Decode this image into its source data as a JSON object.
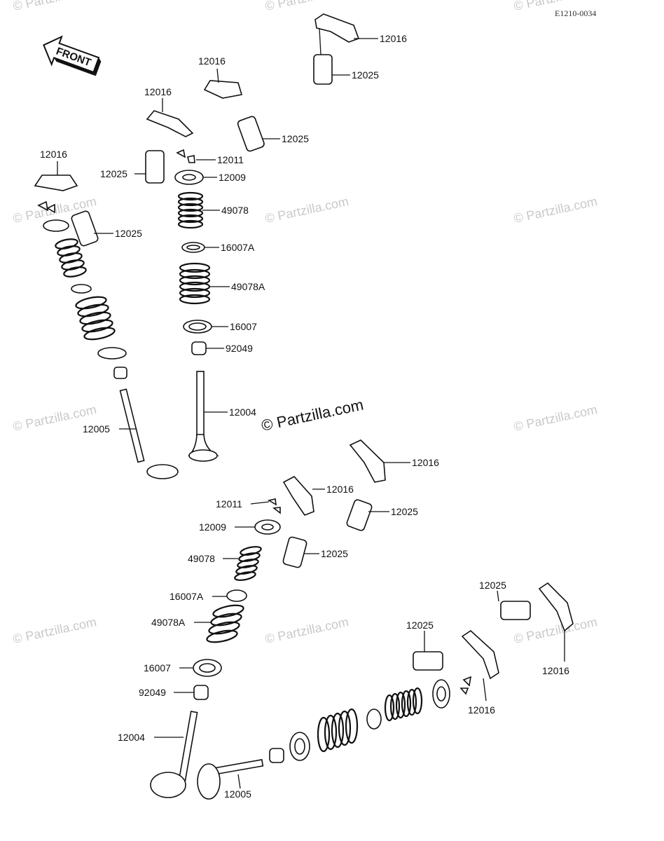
{
  "diagram": {
    "ref_code": "E1210-0034",
    "front_label": "FRONT",
    "watermark_main": "© Partzilla.com",
    "watermark": "© Partzilla.com",
    "labels": [
      "12016",
      "12025",
      "12016",
      "12025",
      "12016",
      "12025",
      "12011",
      "12009",
      "49078",
      "16007A",
      "49078A",
      "16007",
      "92049",
      "12016",
      "12025",
      "12004",
      "12005",
      "12016",
      "12016",
      "12025",
      "12011",
      "12009",
      "12025",
      "49078",
      "16007A",
      "49078A",
      "16007",
      "92049",
      "12004",
      "12025",
      "12016",
      "12025",
      "12016",
      "12005"
    ]
  }
}
